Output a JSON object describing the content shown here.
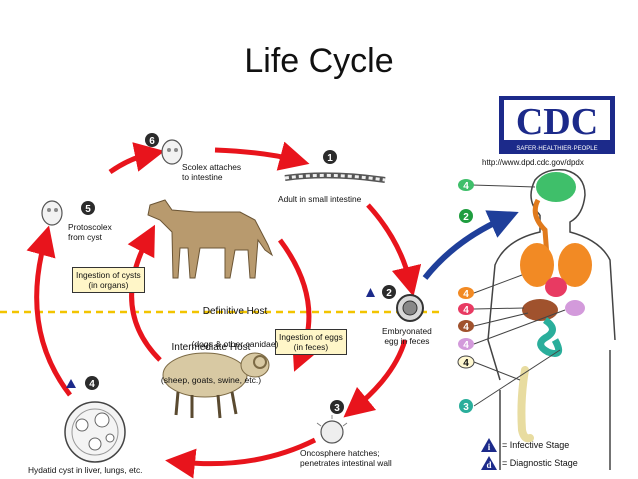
{
  "title": "Life Cycle",
  "logo": {
    "text": "CDC",
    "tagline": "SAFER·HEALTHIER·PEOPLE",
    "url": "http://www.dpd.cdc.gov/dpdx"
  },
  "stages": [
    {
      "num": "1",
      "text": "Adult in small intestine"
    },
    {
      "num": "2",
      "text": "Embryonated\negg in feces"
    },
    {
      "num": "3",
      "text": "Oncosphere hatches;\npenetrates intestinal wall"
    },
    {
      "num": "4",
      "text": "Hydatid cyst in liver, lungs, etc."
    },
    {
      "num": "5",
      "text": "Protoscolex\nfrom cyst"
    },
    {
      "num": "6",
      "text": "Scolex attaches\nto intestine"
    }
  ],
  "boxes": {
    "cysts": "Ingestion of cysts\n(in organs)",
    "eggs": "Ingestion of eggs\n(in feces)"
  },
  "hosts": {
    "definitive": {
      "name": "Definitive Host",
      "detail": "(dogs & other canidae)"
    },
    "intermediate": {
      "name": "Intermediate Host",
      "detail": "(sheep, goats, swine, etc.)"
    }
  },
  "human_stages": [
    "4",
    "2",
    "4",
    "4",
    "4",
    "4",
    "4",
    "3"
  ],
  "legend": {
    "infective": {
      "letter": "i",
      "text": "= Infective Stage"
    },
    "diagnostic": {
      "letter": "d",
      "text": "= Diagnostic Stage"
    }
  },
  "colors": {
    "arrow": "#e8141c",
    "human_arrow": "#1f3f9a",
    "dashed": "#f2c400",
    "stage_circle": "#2b2b2b",
    "legend_badge": "#1c2a8a"
  }
}
